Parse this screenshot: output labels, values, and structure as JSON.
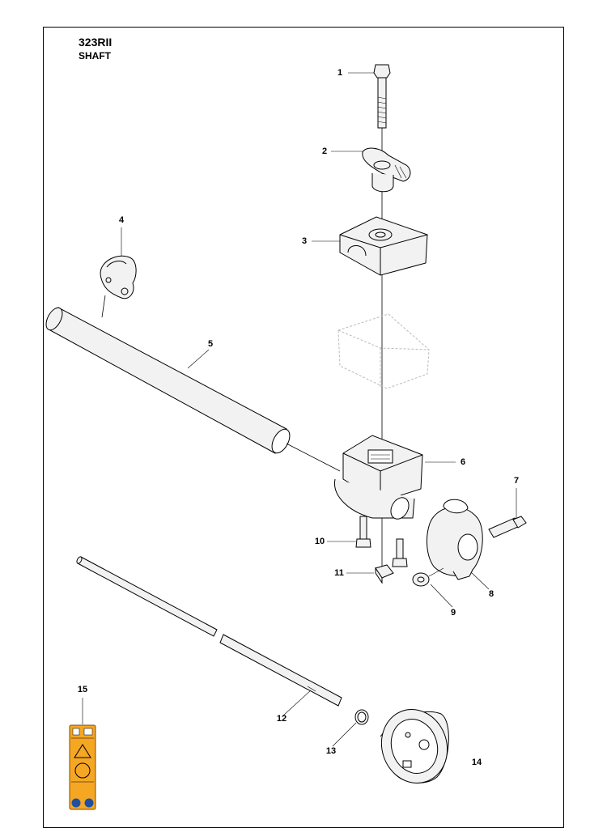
{
  "header": {
    "model": "323RII",
    "section": "SHAFT"
  },
  "callouts": [
    "1",
    "2",
    "3",
    "4",
    "5",
    "6",
    "7",
    "8",
    "9",
    "10",
    "11",
    "12",
    "13",
    "14",
    "15"
  ],
  "colors": {
    "line": "#000000",
    "part": "#f2f2f2",
    "label_yellow": "#f5a623",
    "label_blue": "#1f4fa3"
  }
}
